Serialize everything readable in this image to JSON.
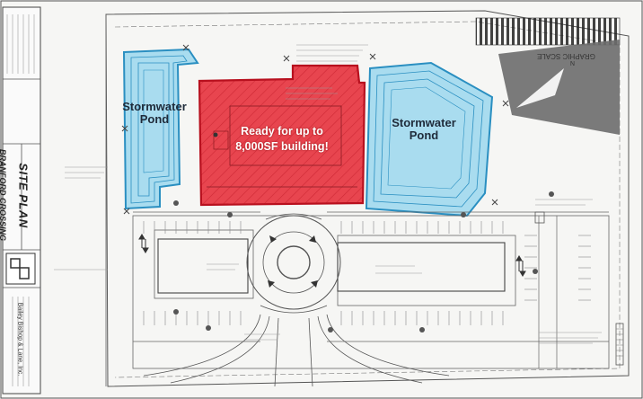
{
  "title_block": {
    "sheet_title": "SITE PLAN",
    "project_name": "BRANFORD CROSSING",
    "firm_name": "Bailey Bishop & Lane, Inc."
  },
  "callouts": {
    "pond_left": "Stormwater Pond",
    "pond_right": "Stormwater Pond",
    "building_site_line1": "Ready for up to",
    "building_site_line2": "8,000SF building!"
  },
  "scale_bar": {
    "label": "GRAPHIC SCALE"
  },
  "colors": {
    "pond_fill": "#a9dcef",
    "pond_stroke": "#2a8fc1",
    "building_fill": "#e8454f",
    "building_stroke": "#b8101e",
    "line_work": "#5a5a5a"
  }
}
